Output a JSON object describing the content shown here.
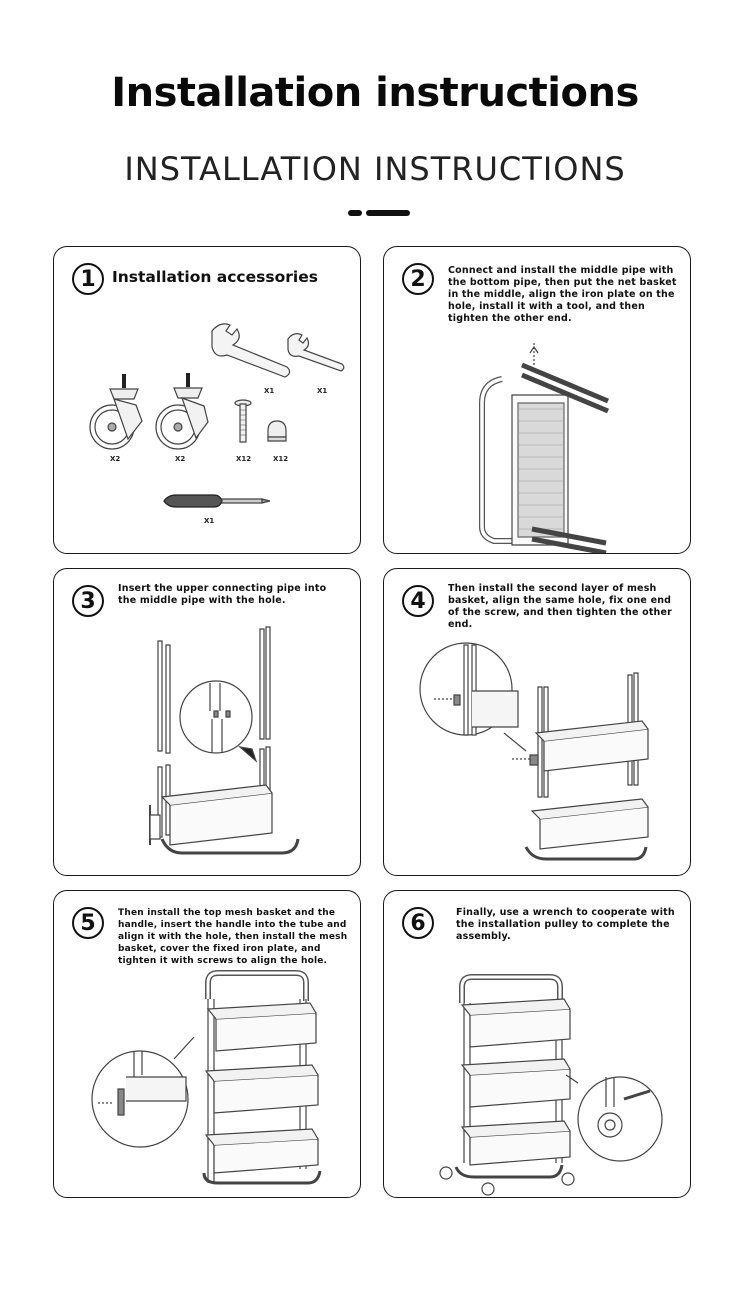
{
  "header": {
    "title": "Installation instructions",
    "subtitle": "INSTALLATION INSTRUCTIONS"
  },
  "steps": [
    {
      "number": "1",
      "text": "Installation accessories",
      "parts": [
        {
          "name": "caster-wheel",
          "qty": "X2"
        },
        {
          "name": "caster-wheel-brake",
          "qty": "X2"
        },
        {
          "name": "wrench-large",
          "qty": "X1"
        },
        {
          "name": "wrench-small",
          "qty": "X1"
        },
        {
          "name": "screw",
          "qty": "X12"
        },
        {
          "name": "nut",
          "qty": "X12"
        },
        {
          "name": "screwdriver",
          "qty": "X1"
        }
      ]
    },
    {
      "number": "2",
      "text": "Connect and install the middle pipe with the bottom pipe, then put the net basket in the middle, align the iron plate on the hole, install it with a tool, and then tighten the other end."
    },
    {
      "number": "3",
      "text": "Insert the upper connecting pipe into the middle pipe with the hole."
    },
    {
      "number": "4",
      "text": "Then install the second layer of mesh basket, align the same hole, fix one end of the screw, and then tighten the other end."
    },
    {
      "number": "5",
      "text": "Then install the top mesh basket and the handle, insert the handle into the tube and align it with the hole, then install the mesh basket, cover the fixed iron plate, and tighten it with screws to align the hole."
    },
    {
      "number": "6",
      "text": "Finally, use a wrench to cooperate with the installation pulley to complete the assembly."
    }
  ]
}
